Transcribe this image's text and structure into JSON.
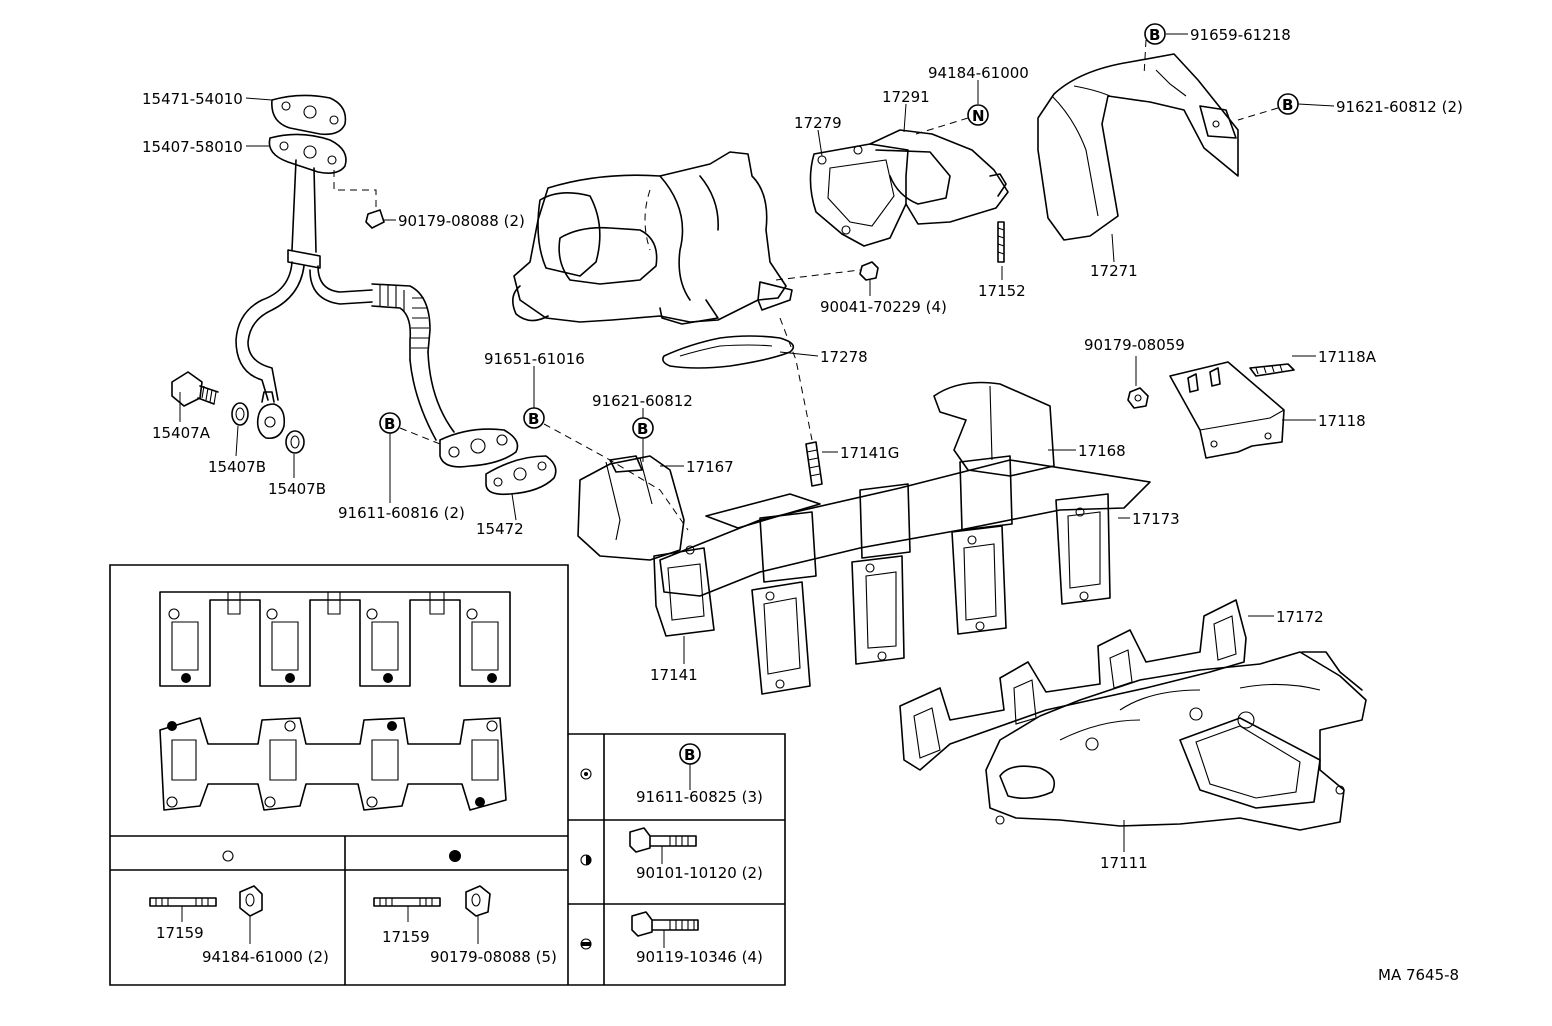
{
  "diagram_code": "MA 7645-8",
  "markers": {
    "b": "B",
    "n": "N"
  },
  "labels": {
    "p15471": "15471-54010",
    "p15407_58010": "15407-58010",
    "p90179_08088_2": "90179-08088 (2)",
    "p15407A": "15407A",
    "p15407B_1": "15407B",
    "p15407B_2": "15407B",
    "p91611_60816": "91611-60816 (2)",
    "p15472": "15472",
    "p91651_61016": "91651-61016",
    "p91621_60812_a": "91621-60812",
    "p17167": "17167",
    "p17279": "17279",
    "p17291": "17291",
    "p94184_61000": "94184-61000",
    "p90041_70229": "90041-70229 (4)",
    "p17152": "17152",
    "p17278": "17278",
    "p17141G": "17141G",
    "p17168": "17168",
    "p17173": "17173",
    "p17141": "17141",
    "p91659_61218": "91659-61218",
    "p91621_60812_b": "91621-60812 (2)",
    "p17271": "17271",
    "p90179_08059": "90179-08059",
    "p17118A": "17118A",
    "p17118": "17118",
    "p17172": "17172",
    "p17111": "17111"
  },
  "legend": {
    "l91611_60825": "91611-60825 (3)",
    "l90101_10120": "90101-10120 (2)",
    "l90119_10346": "90119-10346 (4)",
    "l17159_a": "17159",
    "l94184_61000_2": "94184-61000 (2)",
    "l17159_b": "17159",
    "l90179_08088_5": "90179-08088 (5)"
  }
}
